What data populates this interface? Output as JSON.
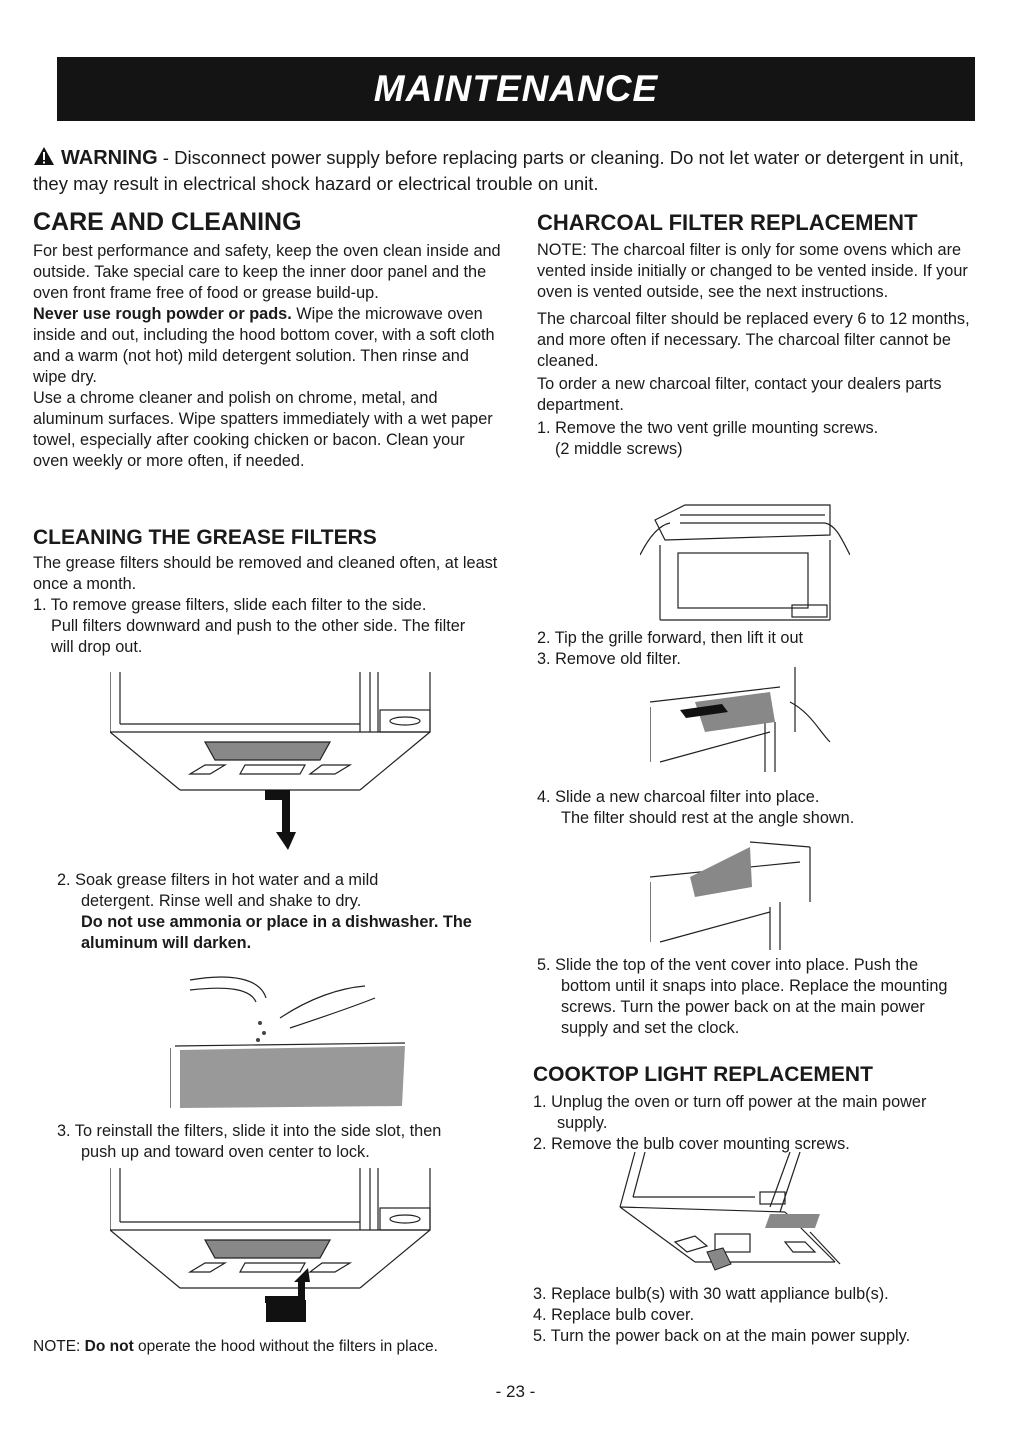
{
  "header": {
    "title": "MAINTENANCE"
  },
  "warning": {
    "label": "WARNING",
    "text": " - Disconnect power supply before replacing parts or cleaning. Do not let water or detergent in unit, they may result in electrical shock hazard or electrical trouble on unit."
  },
  "care": {
    "title": "CARE AND CLEANING",
    "p1": "For best performance and safety, keep the oven clean inside and outside. Take special care to keep the inner door panel and the oven front frame free of food or grease build-up.",
    "p2_bold": "Never use rough powder or pads.",
    "p2": " Wipe the microwave oven inside and out, including the hood bottom cover, with a soft cloth and a warm (not hot) mild detergent solution. Then rinse and wipe dry.",
    "p3": "Use a chrome cleaner and polish on chrome, metal, and aluminum surfaces. Wipe spatters immediately with a wet paper towel, especially after cooking chicken or bacon. Clean your oven weekly or more often, if needed."
  },
  "grease": {
    "title": "CLEANING THE GREASE FILTERS",
    "intro": "The grease filters should be removed and cleaned often, at least once a month.",
    "s1": "1. To remove grease filters, slide each filter to the side.",
    "s1b": "Pull filters downward and push to the other side. The filter will drop out.",
    "s2": "2. Soak grease filters in hot water and a mild",
    "s2b": "detergent. Rinse well and shake to dry.",
    "s2c": "Do not use ammonia or place in a dishwasher. The aluminum will darken.",
    "s3": "3. To reinstall the filters, slide it into the side slot, then",
    "s3b": "push up and toward oven center to lock.",
    "note_prefix": "NOTE: ",
    "note_bold": "Do not",
    "note_rest": " operate the hood without the filters in place."
  },
  "charcoal": {
    "title": "CHARCOAL FILTER REPLACEMENT",
    "note": "NOTE: The charcoal filter is only for some ovens which are vented inside initially or changed to be vented inside. If your oven is vented outside, see the next instructions.",
    "p1": "The charcoal filter should be replaced every 6 to 12 months, and more often if necessary. The charcoal filter cannot be cleaned.",
    "p2": "To order a new charcoal filter, contact your dealers parts department.",
    "s1": "1. Remove the two vent grille mounting screws.",
    "s1b": "(2 middle screws)",
    "s2": "2. Tip the grille forward, then lift it out",
    "s3": "3. Remove old filter.",
    "s4": "4. Slide a new charcoal filter into place.",
    "s4b": "The filter should rest at the angle shown.",
    "s5": "5. Slide the top of the vent cover into place. Push the",
    "s5b": "bottom until it snaps into place. Replace the mounting screws. Turn the power back on at the main power supply and set the clock."
  },
  "cooktop": {
    "title": "COOKTOP LIGHT REPLACEMENT",
    "s1": "1. Unplug the oven or turn off power at the main power",
    "s1b": "supply.",
    "s2": "2. Remove the bulb cover mounting screws.",
    "s3": "3. Replace bulb(s) with 30 watt appliance bulb(s).",
    "s4": "4. Replace bulb cover.",
    "s5": "5. Turn the power back on at the main power supply."
  },
  "footer": {
    "page": "- 23 -"
  }
}
